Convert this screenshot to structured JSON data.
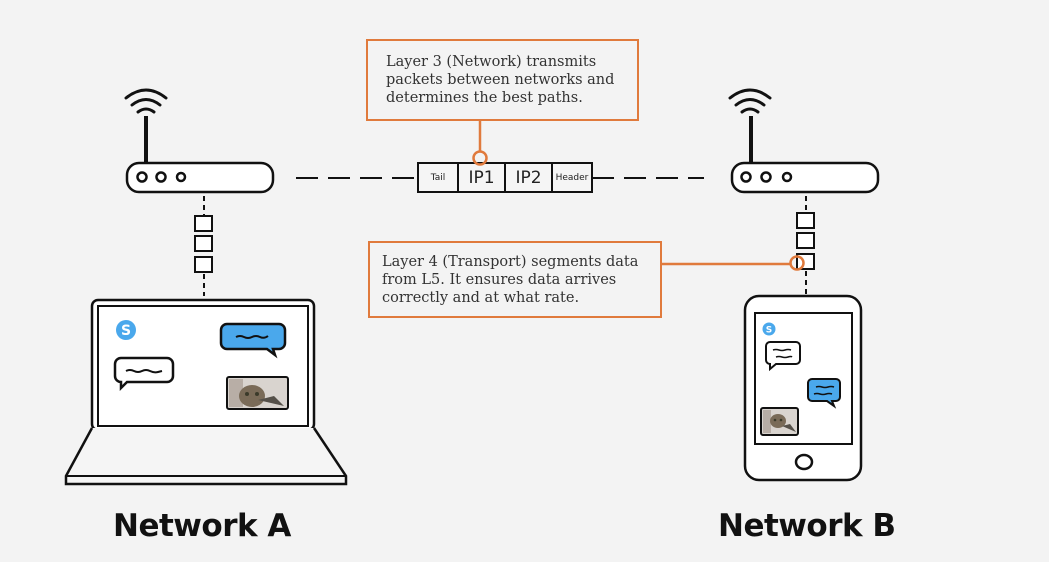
{
  "callouts": {
    "layer3": "Layer 3 (Network) transmits packets between networks and determines the best paths.",
    "layer4": "Layer 4 (Transport) segments data from L5. It ensures data arrives correctly and at what rate."
  },
  "packet": {
    "segments": [
      "Tail",
      "IP1",
      "IP2",
      "Header"
    ]
  },
  "networks": {
    "a": {
      "label": "Network A",
      "device": "laptop"
    },
    "b": {
      "label": "Network B",
      "device": "phone"
    }
  },
  "icons": [
    "router-icon",
    "wifi-signal-icon",
    "laptop-icon",
    "phone-icon",
    "skype-icon",
    "chat-bubble-icon",
    "cat-photo-icon",
    "data-segment-icon"
  ],
  "colors": {
    "accent": "#e07a3c",
    "chat_blue": "#4aa8ec",
    "stroke": "#111111",
    "background": "#f3f3f3"
  }
}
